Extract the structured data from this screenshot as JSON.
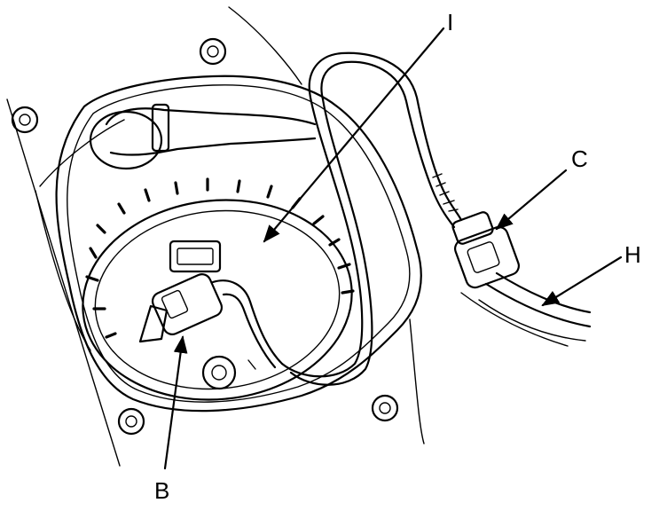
{
  "labels": {
    "i": "I",
    "c": "C",
    "h": "H",
    "b": "B"
  }
}
